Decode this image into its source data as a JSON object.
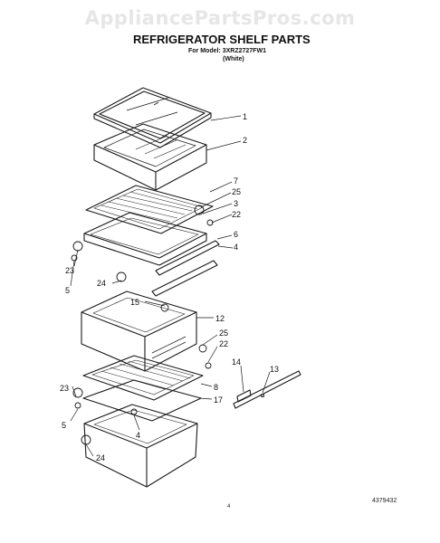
{
  "watermark": "AppliancePartsPros.com",
  "title": "REFRIGERATOR SHELF PARTS",
  "model_line": "For Model: 3XRZ2727FW1",
  "color_line": "(White)",
  "page_number": "4",
  "doc_number": "4379432",
  "callouts": [
    "1",
    "2",
    "7",
    "25",
    "3",
    "22",
    "6",
    "4",
    "23",
    "5",
    "24",
    "15",
    "12",
    "25",
    "22",
    "14",
    "13",
    "8",
    "17",
    "23",
    "5",
    "4",
    "24"
  ]
}
